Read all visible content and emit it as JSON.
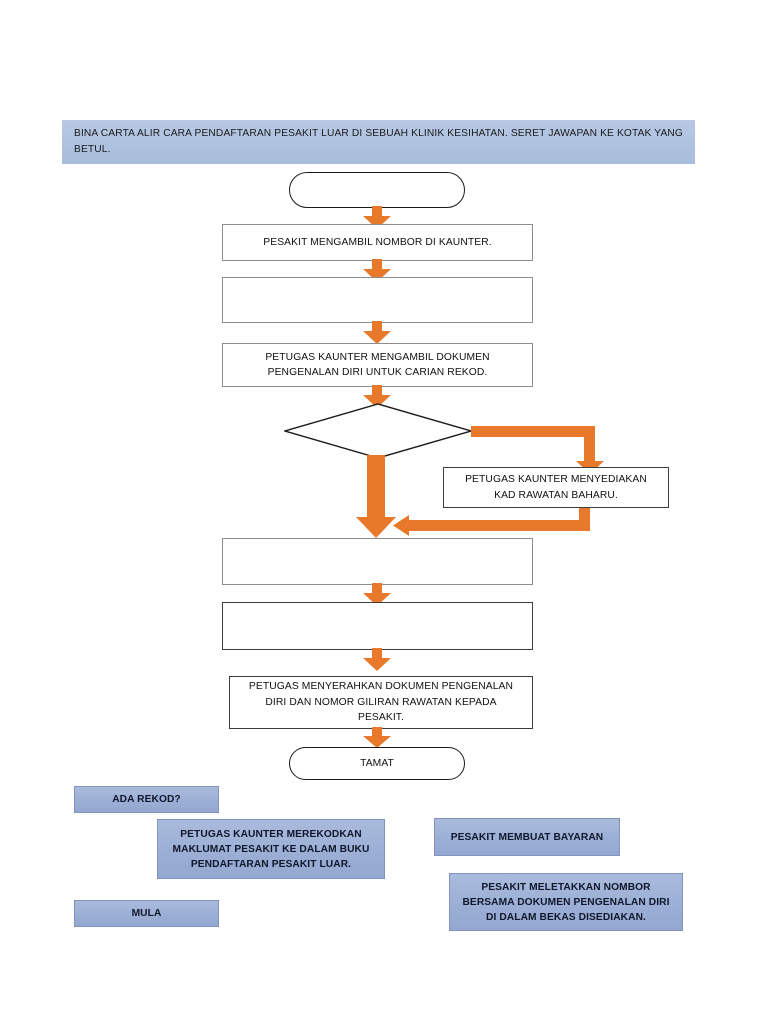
{
  "page": {
    "title": "Carta Alir Cara Pendaftaran Pesakit Luar",
    "background_color": "#ffffff"
  },
  "colors": {
    "banner_blue": "#b0c4de",
    "chip_blue": "#9db0d6",
    "chip_border": "#8294bd",
    "connector_orange": "#e8792b",
    "node_border_gray": "#8e8e8e",
    "node_border_dark": "#1b1b1b",
    "text": "#111111"
  },
  "banner": {
    "text": "BINA CARTA ALIR CARA PENDAFTARAN PESAKIT LUAR DI SEBUAH KLINIK KESIHATAN. SERET JAWAPAN KE KOTAK YANG BETUL."
  },
  "flowchart": {
    "nodes": [
      {
        "id": "start",
        "shape": "terminator",
        "text": ""
      },
      {
        "id": "step1",
        "shape": "process",
        "text": "PESAKIT MENGAMBIL NOMBOR DI KAUNTER."
      },
      {
        "id": "step2",
        "shape": "process",
        "text": ""
      },
      {
        "id": "step3",
        "shape": "process",
        "text": "PETUGAS KAUNTER MENGAMBIL DOKUMEN PENGENALAN DIRI UNTUK CARIAN REKOD."
      },
      {
        "id": "decision",
        "shape": "diamond",
        "text": ""
      },
      {
        "id": "branch_no",
        "shape": "process",
        "text": "PETUGAS KAUNTER MENYEDIAKAN KAD RAWATAN BAHARU."
      },
      {
        "id": "step4",
        "shape": "process",
        "text": ""
      },
      {
        "id": "step5",
        "shape": "process",
        "text": ""
      },
      {
        "id": "step6",
        "shape": "process",
        "text": "PETUGAS MENYERAHKAN DOKUMEN PENGENALAN DIRI DAN NOMOR GILIRAN RAWATAN KEPADA PESAKIT."
      },
      {
        "id": "end",
        "shape": "terminator",
        "text": "TAMAT"
      }
    ]
  },
  "answer_chips": [
    {
      "id": "chip-ada-rekod",
      "text": "ADA REKOD?"
    },
    {
      "id": "chip-merekodkan",
      "text": "PETUGAS KAUNTER MEREKODKAN MAKLUMAT PESAKIT KE DALAM BUKU PENDAFTARAN PESAKIT LUAR."
    },
    {
      "id": "chip-bayaran",
      "text": "PESAKIT MEMBUAT BAYARAN"
    },
    {
      "id": "chip-meletakkan",
      "text": "PESAKIT MELETAKKAN NOMBOR BERSAMA DOKUMEN PENGENALAN DIRI DI DALAM BEKAS DISEDIAKAN."
    },
    {
      "id": "chip-mula",
      "text": "MULA"
    }
  ]
}
